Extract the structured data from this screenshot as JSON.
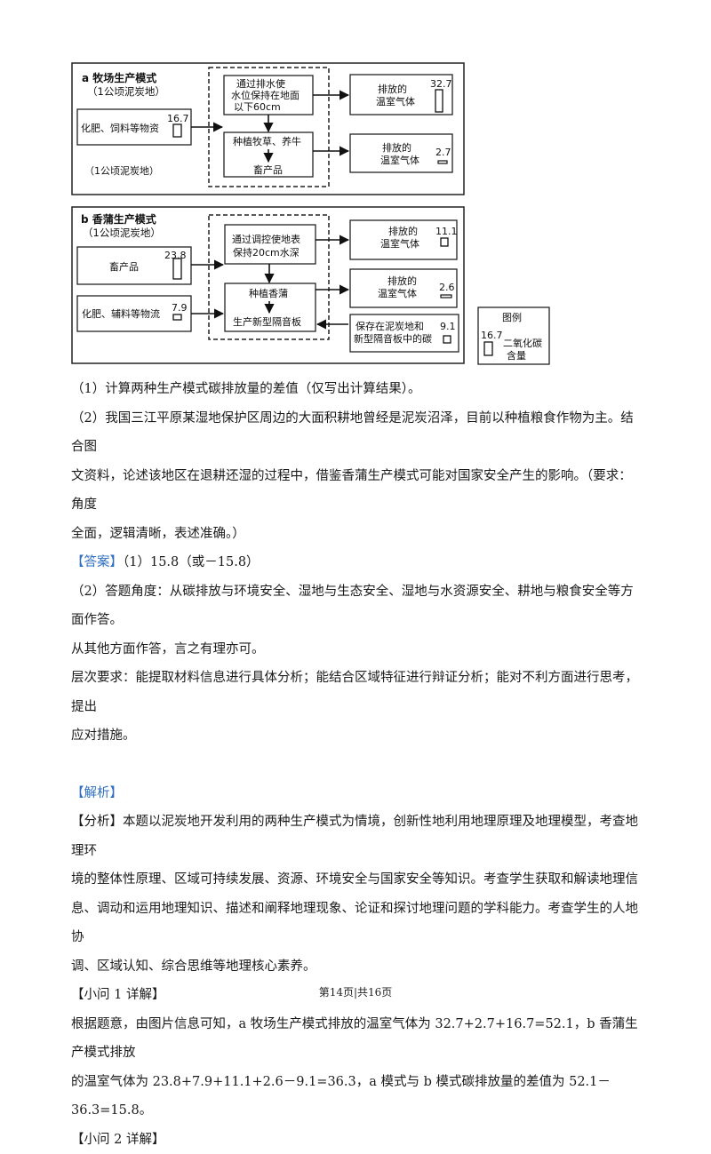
{
  "figure": {
    "panel_a": {
      "title_line1": "a 牧场生产模式",
      "title_line2": "（1公顷泥炭地）",
      "input_label": "化肥、饲料等物资",
      "input_value": "16.7",
      "unit_note": "（1公顷泥炭地）",
      "process1_lines": [
        "通过排水使",
        "水位保持在地面",
        "以下60cm"
      ],
      "process2": "种植牧草、养牛",
      "process3": "畜产品",
      "out1_lines": [
        "排放的",
        "温室气体"
      ],
      "out1_value": "32.7",
      "out2_lines": [
        "排放的",
        "温室气体"
      ],
      "out2_value": "2.7"
    },
    "panel_b": {
      "title_line1": "b 香蒲生产模式",
      "title_line2": "（1公顷泥炭地）",
      "input1_label": "畜产品",
      "input1_value": "23.8",
      "input2_label": "化肥、辅料等物流",
      "input2_value": "7.9",
      "process1_lines": [
        "通过调控使地表",
        "保持20cm水深"
      ],
      "process2": "种植香蒲",
      "process3": "生产新型隔音板",
      "out1_lines": [
        "排放的",
        "温室气体"
      ],
      "out1_value": "11.1",
      "out2_lines": [
        "排放的",
        "温室气体"
      ],
      "out2_value": "2.6",
      "store_lines": [
        "保存在泥炭地和",
        "新型隔音板中的碳"
      ],
      "store_value": "9.1"
    },
    "legend": {
      "title": "图例",
      "value": "16.7",
      "label_lines": [
        "二氧化碳",
        "含量"
      ]
    }
  },
  "text": {
    "q1": "（1）计算两种生产模式碳排放量的差值（仅写出计算结果）。",
    "q2_l1": "（2）我国三江平原某湿地保护区周边的大面积耕地曾经是泥炭沼泽，目前以种植粮食作物为主。结合图",
    "q2_l2": "文资料，论述该地区在退耕还湿的过程中，借鉴香蒲生产模式可能对国家安全产生的影响。（要求：角度",
    "q2_l3": "全面，逻辑清晰，表述准确。）",
    "answer_tag": "【答案】",
    "answer_1": "（1）15.8（或－15.8）",
    "answer_2_l1": "（2）答题角度：从碳排放与环境安全、湿地与生态安全、湿地与水资源安全、耕地与粮食安全等方面作答。",
    "answer_2_l2": "从其他方面作答，言之有理亦可。",
    "answer_3_l1": "层次要求：能提取材料信息进行具体分析；能结合区域特征进行辩证分析；能对不利方面进行思考，提出",
    "answer_3_l2": "应对措施。",
    "analysis_tag": "【解析】",
    "analysis_l1": "【分析】本题以泥炭地开发利用的两种生产模式为情境，创新性地利用地理原理及地理模型，考查地理环",
    "analysis_l2": "境的整体性原理、区域可持续发展、资源、环境安全与国家安全等知识。考查学生获取和解读地理信",
    "analysis_l3": "息、调动和运用地理知识、描述和阐释地理现象、论证和探讨地理问题的学科能力。考查学生的人地协",
    "analysis_l4": "调、区域认知、综合思维等地理核心素养。",
    "sub1_title": "【小问 1 详解】",
    "sub1_l1": "根据题意，由图片信息可知，a 牧场生产模式排放的温室气体为 32.7+2.7+16.7=52.1，b 香蒲生产模式排放",
    "sub1_l2": "的温室气体为 23.8+7.9+11.1+2.6－9.1=36.3，a 模式与 b 模式碳排放量的差值为 52.1－36.3=15.8。",
    "sub2_title": "【小问 2 详解】"
  },
  "footer": "第14页|共16页"
}
